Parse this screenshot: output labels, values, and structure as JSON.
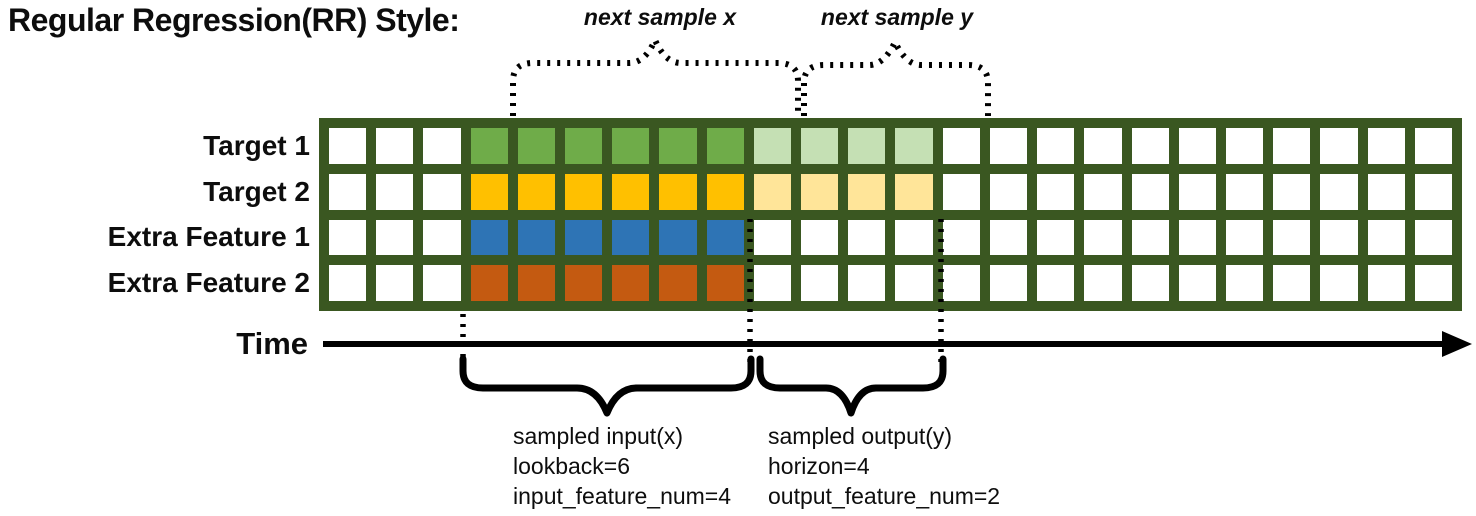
{
  "title": "Regular Regression(RR) Style:",
  "top_annotations": {
    "next_sample_x": "next sample x",
    "next_sample_y": "next sample y"
  },
  "time_axis": {
    "label": "Time"
  },
  "grid": {
    "columns": 24,
    "leading_empty_columns": 3,
    "lookback": 6,
    "horizon": 4,
    "border_color": "#3A5721",
    "cell_background": "#FFFFFF",
    "rows": [
      {
        "label": "Target 1",
        "input_color": "#6FAC49",
        "output_color": "#C5E0B4"
      },
      {
        "label": "Target 2",
        "input_color": "#FFC000",
        "output_color": "#FFE599"
      },
      {
        "label": "Extra Feature 1",
        "input_color": "#2E74B5",
        "output_color": ""
      },
      {
        "label": "Extra Feature 2",
        "input_color": "#C45A11",
        "output_color": ""
      }
    ]
  },
  "bottom_annotations": {
    "input_lines": [
      "sampled input(x)",
      "lookback=6",
      "input_feature_num=4"
    ],
    "output_lines": [
      "sampled output(y)",
      "horizon=4",
      "output_feature_num=2"
    ]
  }
}
